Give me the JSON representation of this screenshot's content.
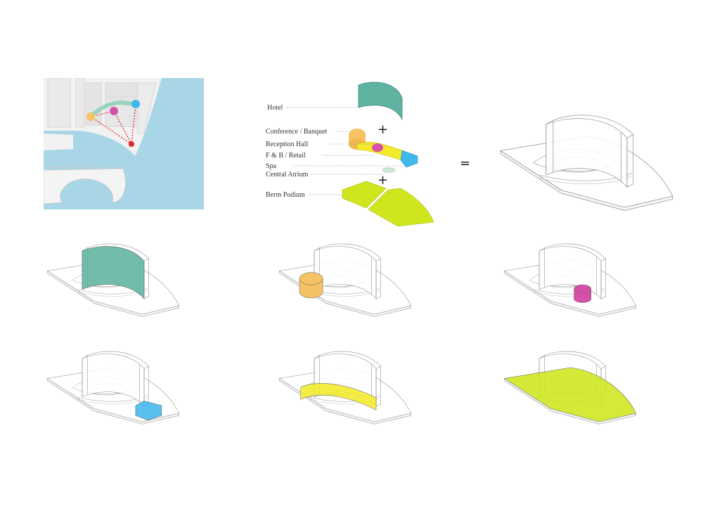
{
  "labels": {
    "hotel": "Hotel",
    "conference": "Conference / Banquet",
    "reception": "Reception Hall",
    "fnb": "F & B / Retail",
    "spa": "Spa",
    "atrium": "Central Atrium",
    "berm": "Berm Podium"
  },
  "symbols": {
    "plus": "+",
    "equals": "="
  },
  "colors": {
    "hotel": "#5fb3a1",
    "conference": "#f6c364",
    "reception": "#d64fa8",
    "fnb": "#41b7ec",
    "spa": "#f2ea2a",
    "atrium": "#cde9d6",
    "berm": "#cfe61e",
    "water": "#a9d6e6",
    "site_ground": "#f2f2f2",
    "site_block": "#e4e4e4",
    "massing_line": "#8e8e8e",
    "link_line": "#e02a2a"
  },
  "variants": [
    {
      "name": "hotel",
      "highlight": "hotel"
    },
    {
      "name": "conference",
      "highlight": "conference"
    },
    {
      "name": "reception",
      "highlight": "reception"
    },
    {
      "name": "fnb",
      "highlight": "fnb"
    },
    {
      "name": "spa",
      "highlight": "spa"
    },
    {
      "name": "berm",
      "highlight": "berm"
    }
  ]
}
